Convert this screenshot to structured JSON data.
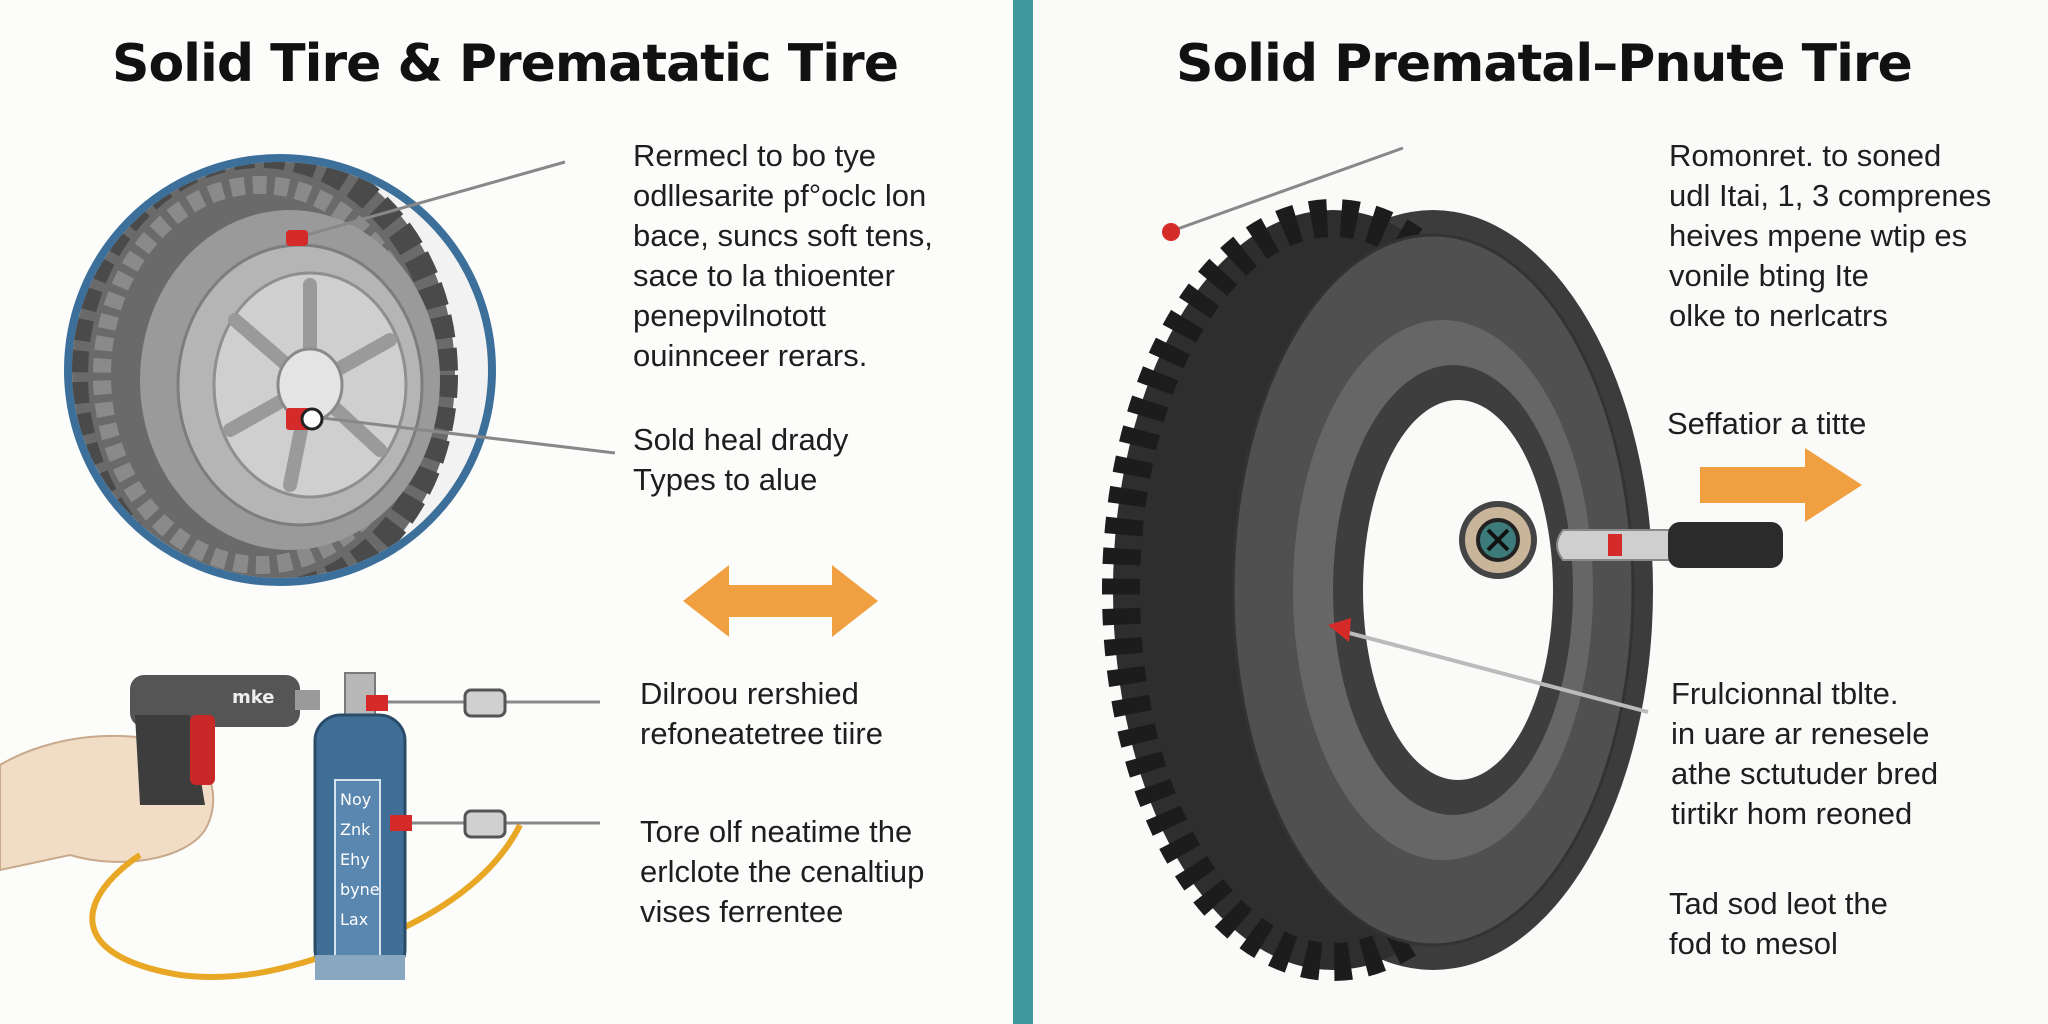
{
  "left": {
    "title": "Solid Tire & Prematatic Tire",
    "block1": "Rermecl to bo tye\nodllesarite pf°oclc lon\nbace, suncs soft tens,\nsace to la thioenter\npenepvilnotott\nouinnceer rerars.",
    "block2": "Sold heal drady\nTypes to alue",
    "block3": "Dilroou rershied\nrefoneatetree tiire",
    "block4": "Tore olf neatime the\nerlclote the cenaltiup\nvises ferrentee",
    "gun_brand": "mke",
    "canister_label": "Noy\nZnk\nEhy\nbyne\nLax"
  },
  "right": {
    "title": "Solid Prematal–Pnute Tire",
    "block1": "Romonret. to soned\nudl Itai, 1, 3 comprenes\nheives mpene wtip es\nvonile bting Ite\nolke to nerlcatrs",
    "block2": "Seffatior a titte",
    "block3": "Frulcionnal tblte.\nin uare ar renesele\nathe sctutuder bred\ntirtikr hom reoned",
    "block4": "Tad sod leot the\nfod to mesol"
  },
  "colors": {
    "divider": "#3e9a9c",
    "arrow": "#f0a040",
    "tire": "#3a3a3a",
    "marker_red": "#d42a2a",
    "canister": "#3f6f97",
    "hose": "#e8a825"
  }
}
